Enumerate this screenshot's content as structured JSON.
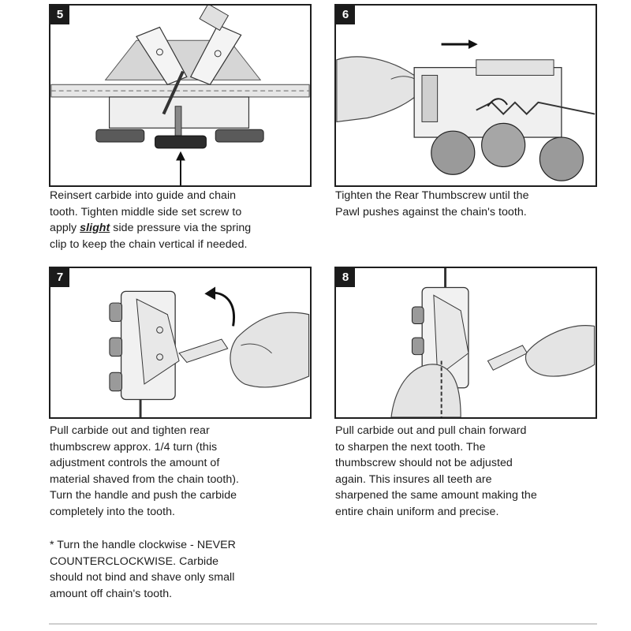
{
  "steps": [
    {
      "number": "5",
      "caption_lines": [
        "Reinsert carbide into guide and chain",
        "tooth. Tighten middle side set screw to",
        "apply ",
        "clip to keep the chain vertical if needed."
      ],
      "caption_emphasis": "slight",
      "caption_line3_rest": " side pressure via the spring"
    },
    {
      "number": "6",
      "caption_lines": [
        "Tighten the Rear Thumbscrew until the",
        "Pawl pushes against the chain's tooth."
      ]
    },
    {
      "number": "7",
      "caption_lines": [
        "Pull carbide out and tighten rear",
        "thumbscrew approx. 1/4 turn (this",
        "adjustment controls the amount of",
        "material shaved from the chain tooth).",
        "Turn the handle and push the carbide",
        "completely into the tooth."
      ],
      "note_lines": [
        "* Turn the handle clockwise - NEVER",
        "COUNTERCLOCKWISE. Carbide",
        "should not bind and shave only small",
        "amount off chain's tooth."
      ]
    },
    {
      "number": "8",
      "caption_lines": [
        "Pull carbide out and pull chain forward",
        "to sharpen the next tooth. The",
        "thumbscrew should not be adjusted",
        "again. This insures all teeth are",
        "sharpened the same amount making the",
        "entire chain uniform and precise."
      ]
    }
  ],
  "colors": {
    "border": "#1e1e1e",
    "badge_bg": "#1b1b1b",
    "text": "#1c1c1c",
    "illustration_gray": "#d9d9d9",
    "illustration_dark": "#4a4a4a"
  }
}
